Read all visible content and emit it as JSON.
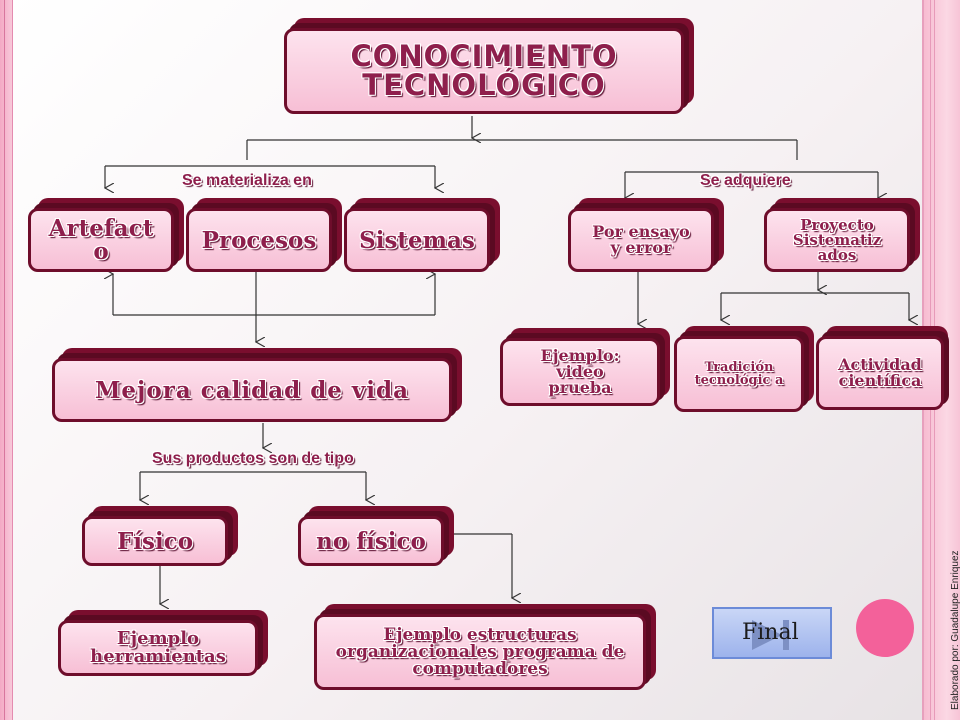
{
  "diagram": {
    "title": "CONOCIMIENTO TECNOLÓGICO",
    "branch_materializa": "Se materializa en",
    "branch_adquiere": "Se adquiere",
    "branch_productos": "Sus productos son de tipo",
    "nodes": {
      "artefacto": "Artefact o",
      "procesos": "Procesos",
      "sistemas": "Sistemas",
      "ensayo": "Por ensayo y error",
      "proyecto": "Proyecto Sistematiz ados",
      "mejora": "Mejora calidad de vida",
      "ejemplo_video": "Ejemplo: video prueba",
      "tradicion": "Tradición tecnológic a",
      "actividad": "Actividad científica",
      "fisico": "Físico",
      "no_fisico": "no físico",
      "ejemplo_herramientas": "Ejemplo herramientas",
      "ejemplo_estructuras": "Ejemplo estructuras organizacionales programa de computadores"
    }
  },
  "controls": {
    "final_label": "Final"
  },
  "credit": "Elaborado por: Guadalupe Enriquez",
  "colors": {
    "box_fill": "#f7bfd5",
    "box_border": "#6e0d2b",
    "box_depth": "#7a0e2e",
    "text": "#8e1f4c",
    "accent_circle": "#f3619a",
    "button_fill": "#9db3ec"
  }
}
